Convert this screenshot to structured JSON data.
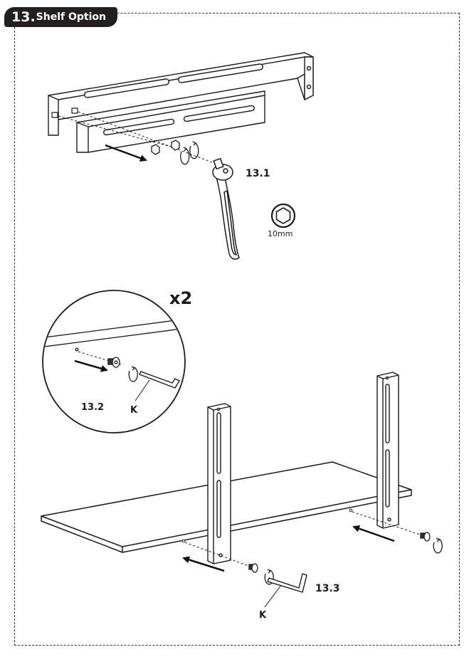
{
  "step": {
    "number": "13.",
    "title": "Shelf Option"
  },
  "labels": {
    "step_13_1": "13.1",
    "wrench_size": "10mm",
    "quantity": "x2",
    "step_13_2": "13.2",
    "key_k_zoom": "K",
    "step_13_3": "13.3",
    "key_k_bottom": "K"
  },
  "icons": [
    "hex-socket-wrench-icon",
    "hex-10mm-icon",
    "allen-key-icon",
    "rotate-arrow-icon"
  ]
}
